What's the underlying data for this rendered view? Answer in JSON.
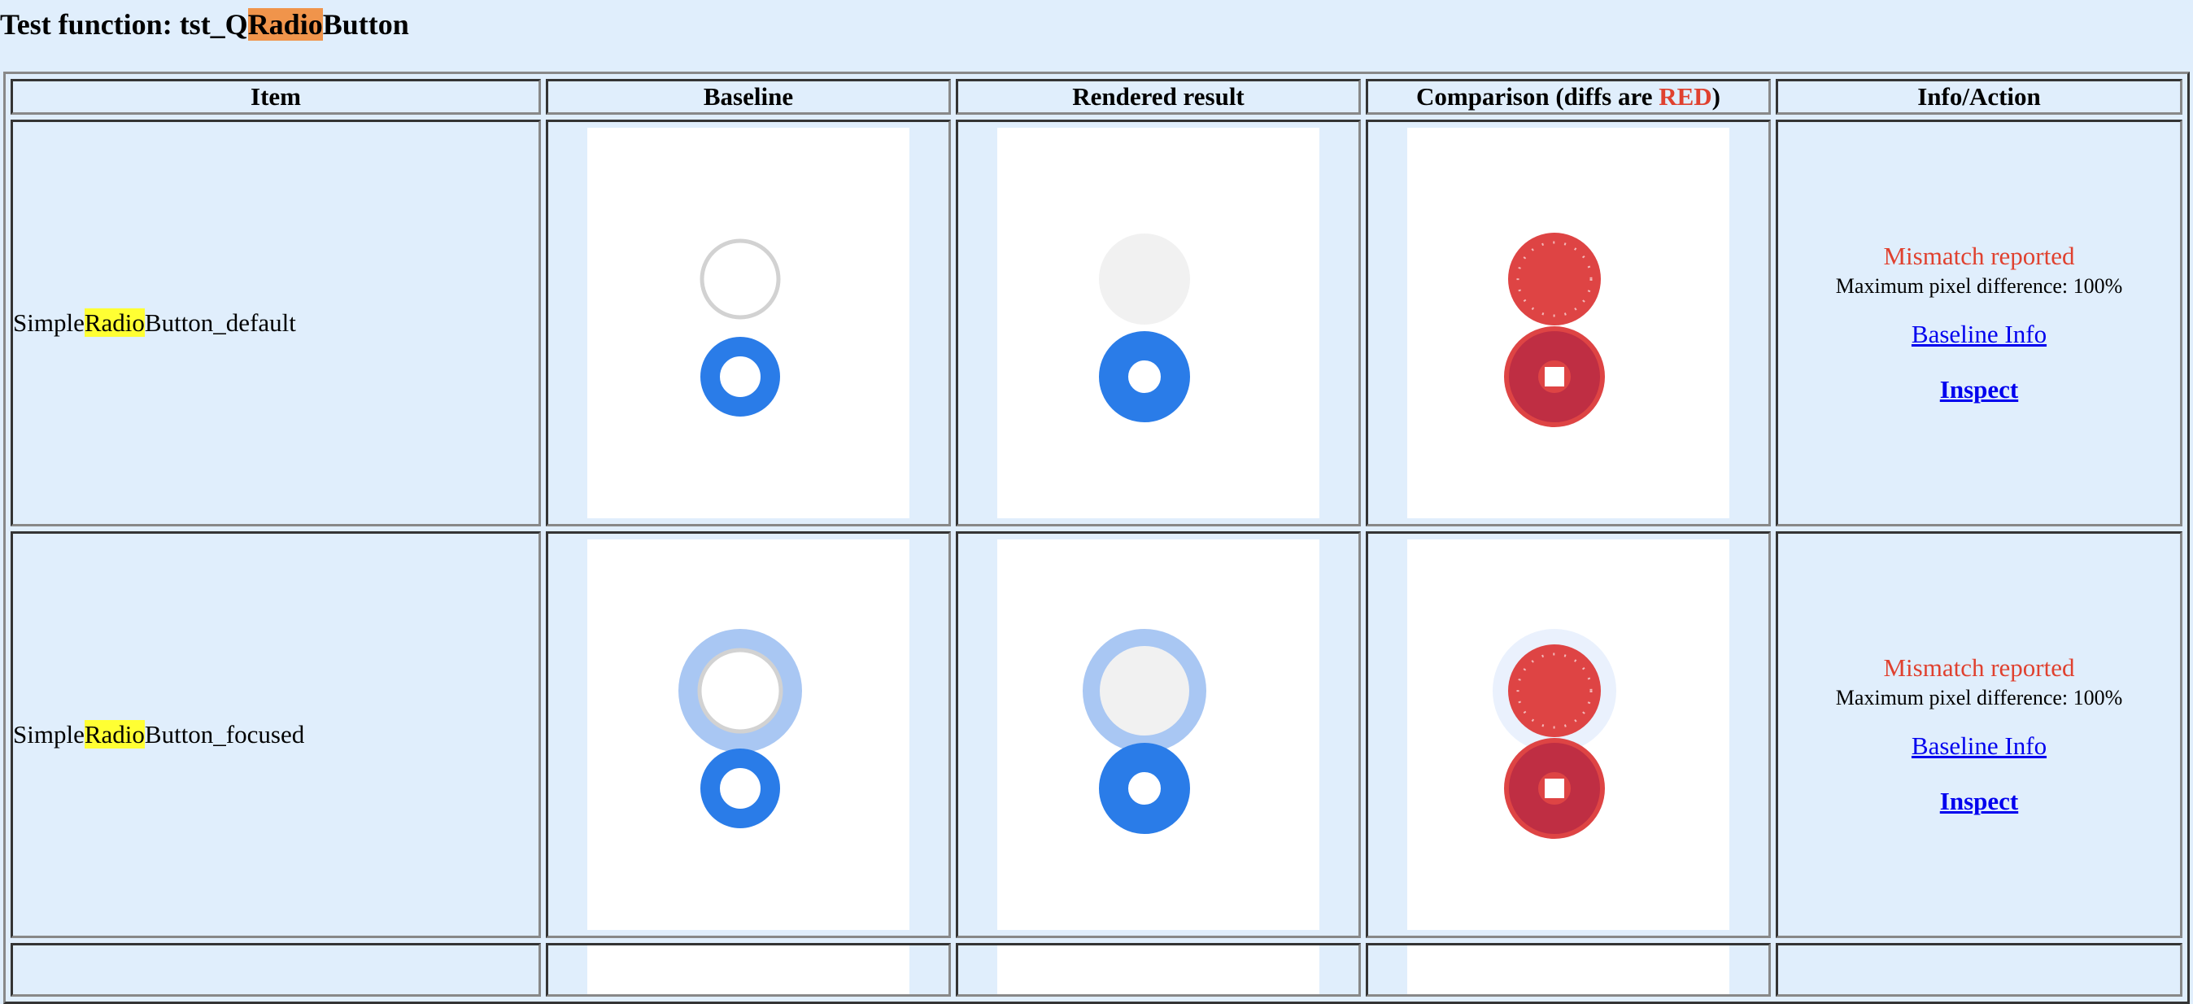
{
  "title": {
    "prefix": "Test function: tst_Q",
    "highlight": "Radio",
    "suffix": "Button"
  },
  "headers": {
    "item": "Item",
    "baseline": "Baseline",
    "rendered": "Rendered result",
    "comparison_prefix": "Comparison (diffs are ",
    "comparison_red": "RED",
    "comparison_suffix": ")",
    "info": "Info/Action"
  },
  "rows": [
    {
      "item_prefix": "Simple",
      "item_highlight": "Radio",
      "item_suffix": "Button_default",
      "status": "Mismatch reported",
      "max_diff": "Maximum pixel difference: 100%",
      "baseline_info": "Baseline Info",
      "inspect": "Inspect"
    },
    {
      "item_prefix": "Simple",
      "item_highlight": "Radio",
      "item_suffix": "Button_focused",
      "status": "Mismatch reported",
      "max_diff": "Maximum pixel difference: 100%",
      "baseline_info": "Baseline Info",
      "inspect": "Inspect"
    }
  ],
  "colors": {
    "page_background": "#e0eefc",
    "title_highlight": "#f0944b",
    "item_highlight": "#ffff33",
    "mismatch_red": "#e0412f",
    "link_blue": "#0000ee",
    "radio_blue": "#2a7ce8",
    "focus_ring": "#a9c7f3",
    "diff_red": "#de4444",
    "diff_dark_red": "#bf2e43"
  }
}
